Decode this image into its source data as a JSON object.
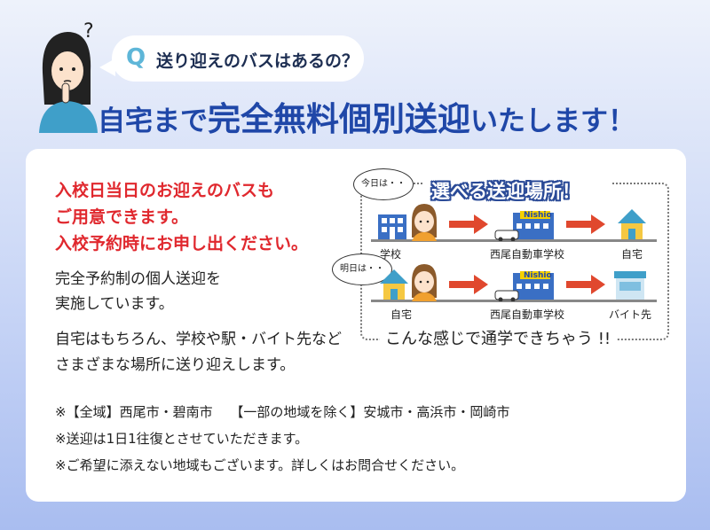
{
  "question": {
    "q_mark": "Q",
    "text": "送り迎えのバスはあるの？"
  },
  "headline": {
    "part1": "自宅まで",
    "part2": "完全無料個別送迎",
    "part3": "いたします！"
  },
  "highlight": [
    "入校日当日のお迎えのバスも",
    "ご用意できます。",
    "入校予約時にお申し出ください。"
  ],
  "body_lines": [
    "完全予約制の個人送迎を",
    "実施しています。",
    "自宅はもちろん、学校や駅・バイト先など",
    "さまざまな場所に送り迎えします。"
  ],
  "diagram": {
    "title": "選べる送迎場所！",
    "row1": {
      "bubble": "今日は・・",
      "from": "学校",
      "via": "西尾自動車学校",
      "to": "自宅"
    },
    "row2": {
      "bubble": "明日は・・",
      "from": "自宅",
      "via": "西尾自動車学校",
      "to": "バイト先"
    },
    "school_sign": "Nishio",
    "caption": "こんな感じで通学できちゃう !!"
  },
  "notes": [
    "※【全域】西尾市・碧南市　 【一部の地域を除く】安城市・高浜市・岡崎市",
    "※送迎は1日1往復とさせていただきます。",
    "※ご希望に添えない地域もございます。詳しくはお問合せください。"
  ],
  "colors": {
    "accent": "#1f47a8",
    "red": "#e0282e",
    "arrow": "#e0482e",
    "qmark": "#5eb6d8"
  }
}
